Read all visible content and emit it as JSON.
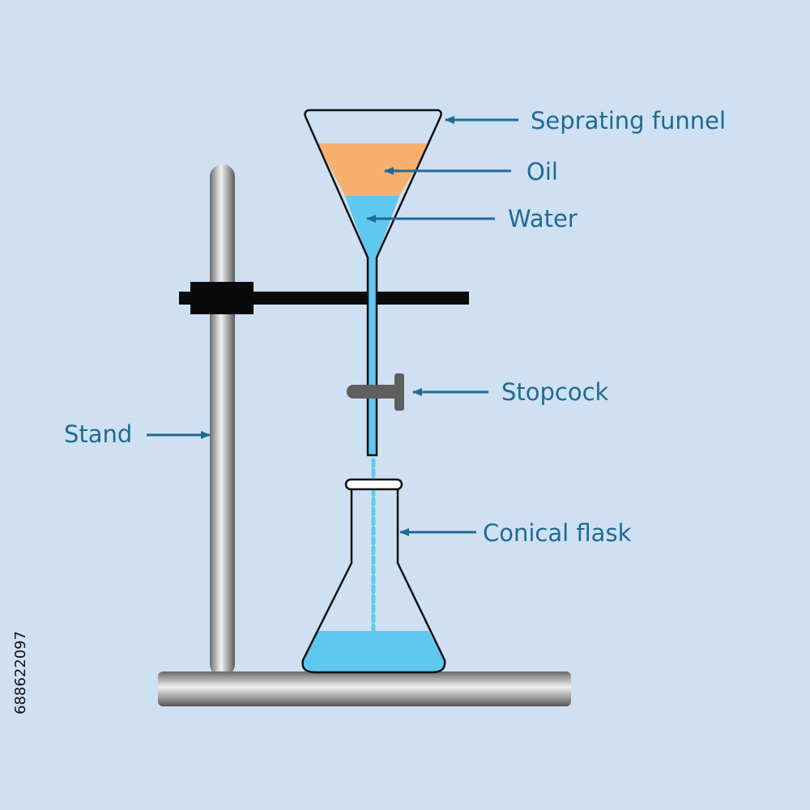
{
  "labels": {
    "separating_funnel": "Seprating funnel",
    "oil": "Oil",
    "water": "Water",
    "stopcock": "Stopcock",
    "stand": "Stand",
    "conical_flask": "Conical flask"
  },
  "stock_id": "688622097",
  "colors": {
    "background": "#cfe0f3",
    "label": "#1e6b93",
    "oil": "#f8b06e",
    "water": "#5ec8ee",
    "clamp": "#0a0a0a",
    "stopcock": "#5f5f5f",
    "outline": "#111111"
  }
}
